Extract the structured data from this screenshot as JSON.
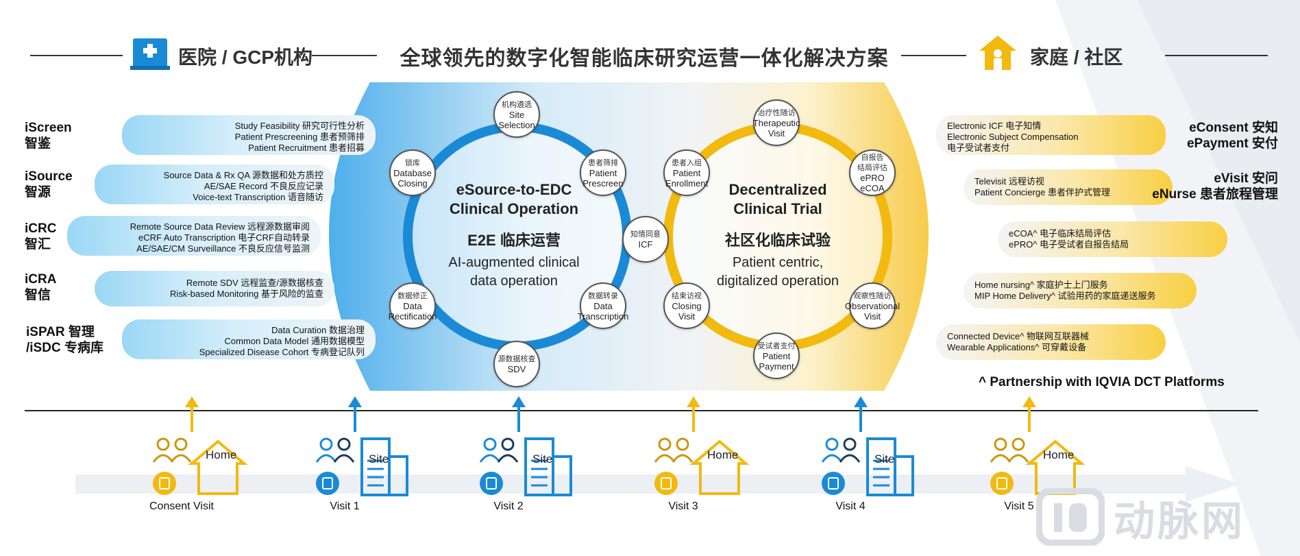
{
  "header": {
    "left_label": "医院 / GCP机构",
    "title": "全球领先的数字化智能临床研究运营一体化解决方案",
    "right_label": "家庭 / 社区"
  },
  "left_modules": [
    {
      "name": "iScreen\n智鉴",
      "lines": [
        "Study Feasibility 研究可行性分析",
        "Patient Prescreening 患者预筛排",
        "Patient Recruitment 患者招募"
      ]
    },
    {
      "name": "iSource\n智源",
      "lines": [
        "Source Data & Rx QA 源数据和处方质控",
        "AE/SAE Record 不良反应记录",
        "Voice-text Transcription 语音随访"
      ]
    },
    {
      "name": "iCRC\n智汇",
      "lines": [
        "Remote Source Data Review 远程源数据审阅",
        "eCRF Auto Transcription 电子CRF自动转录",
        "AE/SAE/CM Surveillance 不良反应信号监测"
      ]
    },
    {
      "name": "iCRA\n智信",
      "lines": [
        "Remote SDV 远程监查/源数据核查",
        "Risk-based Monitoring 基于风险的监查"
      ]
    },
    {
      "name": "iSPAR 智理\n/iSDC 专病库",
      "lines": [
        "Data Curation 数据治理",
        "Common Data Model 通用数据模型",
        "Specialized Disease Cohort 专病登记队列"
      ]
    }
  ],
  "right_modules": [
    {
      "name": "eConsent 安知\nePayment 安付",
      "lines": [
        "Electronic ICF 电子知情",
        "Electronic Subject Compensation",
        "电子受试者支付"
      ]
    },
    {
      "name": "eVisit 安问\neNurse 患者旅程管理",
      "lines": [
        "Televisit 远程访视",
        "Patient Concierge 患者伴护式管理"
      ]
    },
    {
      "name": "",
      "lines": [
        "eCOA^ 电子临床结局评估",
        "ePRO^ 电子受试者自报告结局"
      ]
    },
    {
      "name": "",
      "lines": [
        "Home nursing^ 家庭护士上门服务",
        "MIP Home Delivery^ 试验用药的家庭递送服务"
      ]
    },
    {
      "name": "",
      "lines": [
        "Connected Device^ 物联网互联器械",
        "Wearable Applications^ 可穿戴设备"
      ]
    }
  ],
  "left_circle": {
    "title1": "eSource-to-EDC",
    "title2": "Clinical Operation",
    "title3": "E2E 临床运营",
    "sub1": "AI-augmented clinical",
    "sub2": "data operation",
    "nodes": [
      {
        "cn": "机构遴选",
        "en": "Site\nSelection"
      },
      {
        "cn": "患者筛排",
        "en": "Patient\nPrescreen"
      },
      {
        "cn": "数据转录",
        "en": "Data\nTranscription"
      },
      {
        "cn": "源数据核查",
        "en": "SDV"
      },
      {
        "cn": "数据修正",
        "en": "Data\nRectification"
      },
      {
        "cn": "锁库",
        "en": "Database\nClosing"
      }
    ]
  },
  "center_node": {
    "cn": "知情同意",
    "en": "ICF"
  },
  "right_circle": {
    "title1": "Decentralized",
    "title2": "Clinical Trial",
    "title3": "社区化临床试验",
    "sub1": "Patient centric,",
    "sub2": "digitalized operation",
    "nodes": [
      {
        "cn": "治疗性随访",
        "en": "Therapeutic\nVisit"
      },
      {
        "cn": "自报告\n结局评估",
        "en": "ePRO\neCOA"
      },
      {
        "cn": "观察性随访",
        "en": "Observational\nVisit"
      },
      {
        "cn": "受试者支付",
        "en": "Patient\nPayment"
      },
      {
        "cn": "结束访视",
        "en": "Closing\nVisit"
      },
      {
        "cn": "患者入组",
        "en": "Patient\nEnrollment"
      }
    ]
  },
  "partner_note": "^ Partnership with IQVIA  DCT Platforms",
  "visits": [
    {
      "label": "Consent Visit",
      "place": "Home",
      "color": "#f2b90f",
      "kind": "home"
    },
    {
      "label": "Visit 1",
      "place": "Site",
      "color": "#1a8ad6",
      "kind": "site"
    },
    {
      "label": "Visit 2",
      "place": "Site",
      "color": "#1a8ad6",
      "kind": "site"
    },
    {
      "label": "Visit 3",
      "place": "Home",
      "color": "#f2b90f",
      "kind": "home"
    },
    {
      "label": "Visit 4",
      "place": "Site",
      "color": "#1a8ad6",
      "kind": "site"
    },
    {
      "label": "Visit 5",
      "place": "Home",
      "color": "#f2b90f",
      "kind": "home"
    }
  ],
  "watermark": "动脉网",
  "colors": {
    "blue": "#1a8ad6",
    "gold": "#f2b90f",
    "text": "#333333"
  }
}
